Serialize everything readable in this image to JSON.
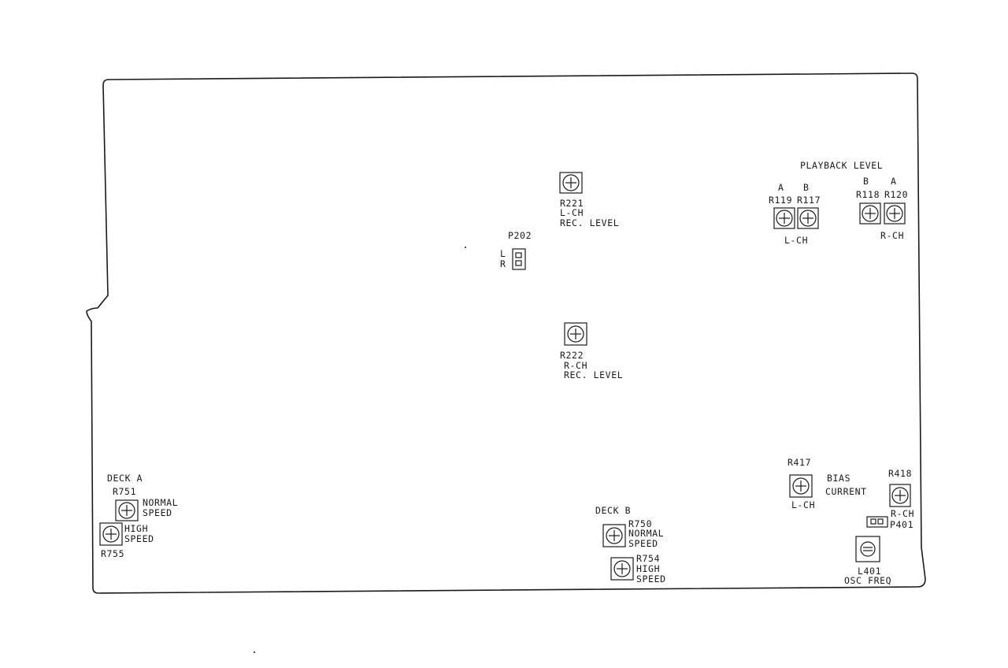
{
  "labels": {
    "playback_level": "PLAYBACK LEVEL",
    "ch_a_1": "A",
    "ch_b_1": "B",
    "ch_b_2": "B",
    "ch_a_2": "A",
    "r119": "R119",
    "r117": "R117",
    "r118": "R118",
    "r120": "R120",
    "pb_l_ch": "L-CH",
    "pb_r_ch": "R-CH",
    "r221": "R221",
    "r221_ch": "L-CH",
    "r221_desc": "REC. LEVEL",
    "r222": "R222",
    "r222_ch": "R-CH",
    "r222_desc": "REC. LEVEL",
    "p202": "P202",
    "p202_l": "L",
    "p202_r": "R",
    "deck_a": "DECK A",
    "r751": "R751",
    "r751_desc1": "NORMAL",
    "r751_desc2": "SPEED",
    "r755": "R755",
    "r755_desc1": "HIGH",
    "r755_desc2": "SPEED",
    "deck_b": "DECK B",
    "r750": "R750",
    "r750_desc1": "NORMAL",
    "r750_desc2": "SPEED",
    "r754": "R754",
    "r754_desc1": "HIGH",
    "r754_desc2": "SPEED",
    "r417": "R417",
    "bias1": "BIAS",
    "bias2": "CURRENT",
    "r417_ch": "L-CH",
    "r418": "R418",
    "r418_ch": "R-CH",
    "p401": "P401",
    "l401": "L401",
    "osc_freq": "OSC FREQ"
  },
  "icons": {
    "trimmer": "potentiometer-plus-icon",
    "coil": "slotted-coil-icon",
    "jumper": "two-pin-connector-icon"
  },
  "colors": {
    "ink": "#1a1a1a",
    "paper": "#ffffff"
  }
}
